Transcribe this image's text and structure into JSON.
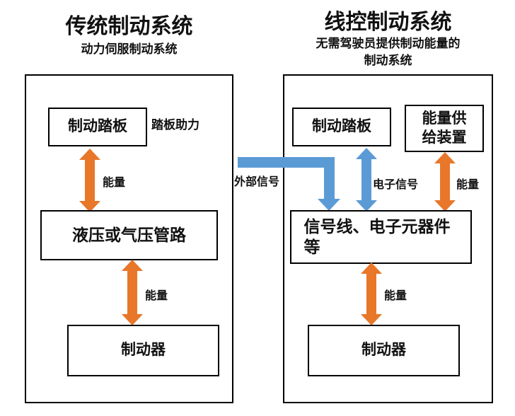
{
  "colors": {
    "arrow_orange": "#E8772A",
    "arrow_blue": "#5B9BD5",
    "box_border": "#000000",
    "background": "#FFFFFF"
  },
  "left_system": {
    "title": "传统制动系统",
    "subtitle": "动力伺服制动系统",
    "pedal_box": "制动踏板",
    "pedal_assist_note": "踏板助力",
    "energy_label_top": "能量",
    "pipeline_box": "液压或气压管路",
    "energy_label_bottom": "能量",
    "brake_box": "制动器"
  },
  "right_system": {
    "title": "线控制动系统",
    "subtitle_line1": "无需驾驶员提供制动能量的",
    "subtitle_line2": "制动系统",
    "pedal_box": "制动踏板",
    "energy_supply_box": "能量供给装置",
    "external_signal_label": "外部信号",
    "electronic_signal_label": "电子信号",
    "energy_label_supply": "能量",
    "signal_components_box": "信号线、电子元器件等",
    "energy_label_bottom": "能量",
    "brake_box": "制动器"
  }
}
